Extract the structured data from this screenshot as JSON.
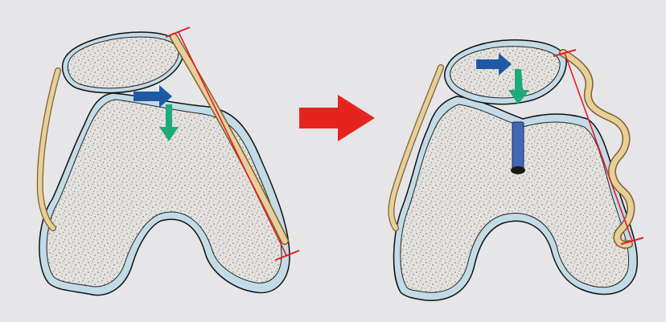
{
  "figure": {
    "panels": [
      {
        "id": "before"
      },
      {
        "id": "after"
      }
    ],
    "transition": "arrow-right"
  },
  "colors": {
    "background": "#e6e5e8",
    "bone_fill": "#e4e2df",
    "bone_texture": "#8e8b86",
    "cartilage": "#c3dbe7",
    "ligament": "#e8cf9a",
    "ligament_edge": "#7a6030",
    "measure_line": "#e11e2a",
    "force_arrow_blue": "#1f59a5",
    "force_arrow_green": "#1daa7c",
    "transition_arrow": "#e52420",
    "implant": "#4167b5"
  }
}
